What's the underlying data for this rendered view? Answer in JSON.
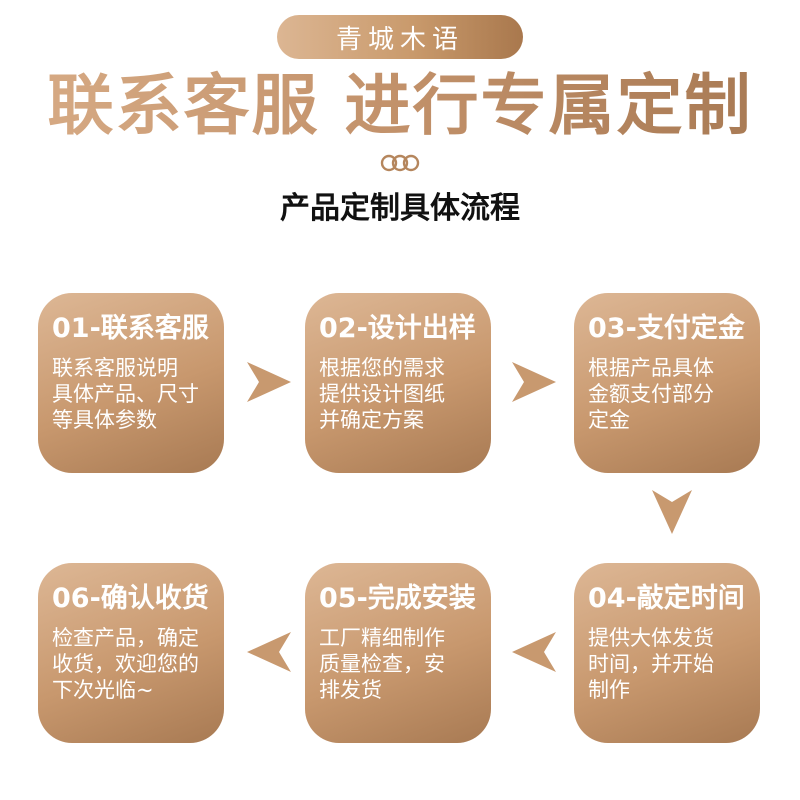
{
  "brand": "青城木语",
  "headline": "联系客服 进行专属定制",
  "subtitle": "产品定制具体流程",
  "colors": {
    "accent_light": "#ddb795",
    "accent_mid": "#c8986e",
    "accent_dark": "#a87a53"
  },
  "steps": [
    {
      "title": "01-联系客服",
      "desc": "联系客服说明\n具体产品、尺寸\n等具体参数"
    },
    {
      "title": "02-设计出样",
      "desc": "根据您的需求\n提供设计图纸\n并确定方案"
    },
    {
      "title": "03-支付定金",
      "desc": "根据产品具体\n金额支付部分\n定金"
    },
    {
      "title": "04-敲定时间",
      "desc": "提供大体发货\n时间，并开始\n制作"
    },
    {
      "title": "05-完成安装",
      "desc": "工厂精细制作\n质量检查，安\n排发货"
    },
    {
      "title": "06-确认收货",
      "desc": "检查产品，确定\n收货，欢迎您的\n下次光临~"
    }
  ]
}
